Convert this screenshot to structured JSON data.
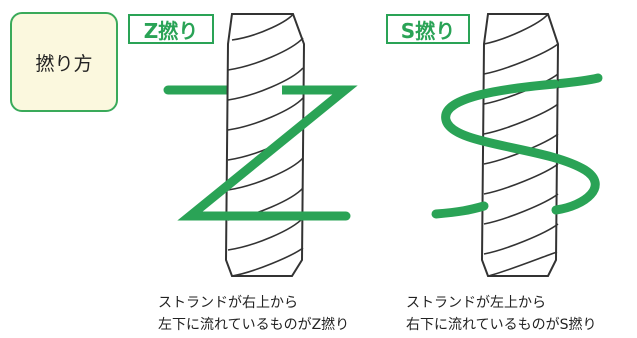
{
  "title": "撚り方",
  "z_twist": {
    "label": "Z撚り",
    "caption_line1": "ストランドが右上から",
    "caption_line2": "左下に流れているものがZ撚り"
  },
  "s_twist": {
    "label": "S撚り",
    "caption_line1": "ストランドが左上から",
    "caption_line2": "右下に流れているものがS撚り"
  },
  "colors": {
    "accent": "#2aa356",
    "title_bg": "#fbf8de",
    "rope_fill": "#ffffff",
    "rope_outline": "#333333"
  }
}
